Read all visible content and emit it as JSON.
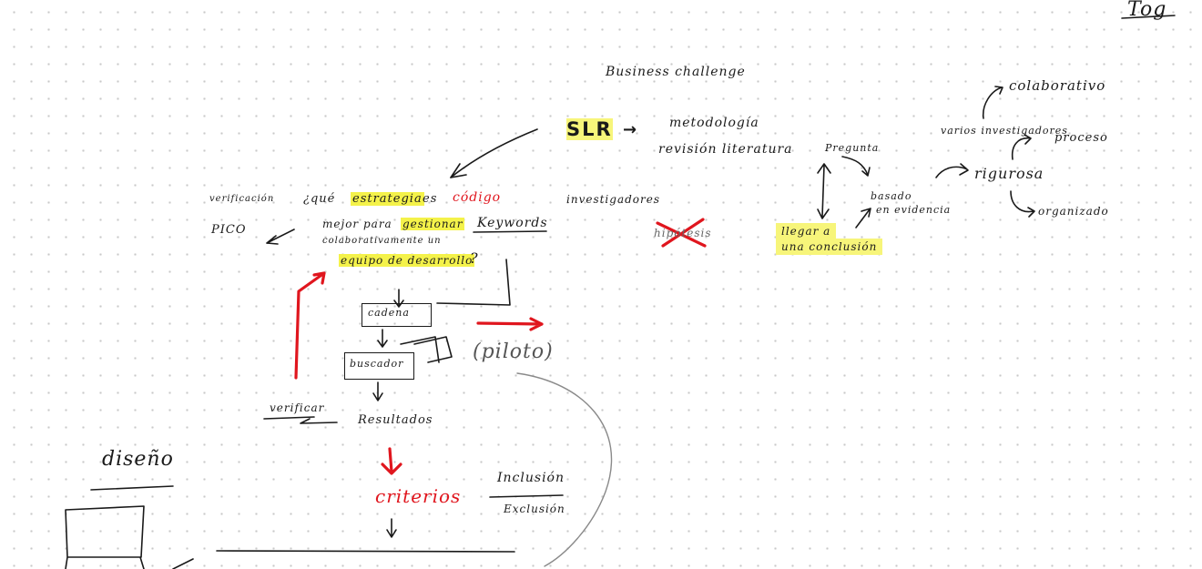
{
  "page_label": "Tog",
  "header": {
    "title": "Business challenge"
  },
  "slr": {
    "abbr": "SLR",
    "arrow": "→",
    "definition_line1": "metodología",
    "definition_line2": "revisión literatura"
  },
  "question": {
    "verification": "verificación",
    "pico": "PICO",
    "opener": "¿qué",
    "strategy": "estrategia",
    "es": "es",
    "line2_start": "mejor para",
    "manage": "gestionar",
    "line3": "colaborativamente un",
    "team": "equipo de desarrollo",
    "qmark": "?",
    "code": "código",
    "keywords": "Keywords"
  },
  "flow": {
    "chain": "cadena",
    "search": "buscador",
    "verify": "verificar",
    "results": "Resultados",
    "criteria": "criterios",
    "inclusion": "Inclusión",
    "exclusion": "Exclusión",
    "pilot": "(piloto)"
  },
  "concepts": {
    "researchers": "investigadores",
    "crossed_word": "hipótesis",
    "question": "Pregunta",
    "evidence_line1": "basado",
    "evidence_line2": "en evidencia",
    "conclusion_line1": "llegar a",
    "conclusion_line2": "una conclusión",
    "collaborative": "colaborativo",
    "several": "varios investigadores",
    "process": "proceso",
    "rigorous": "rigurosa",
    "organized": "organizado"
  },
  "design": {
    "label": "diseño"
  },
  "colors": {
    "ink": "#1a1a1a",
    "red": "#e0161e",
    "highlight": "#f4f24a",
    "gray": "#8a8a8a"
  }
}
